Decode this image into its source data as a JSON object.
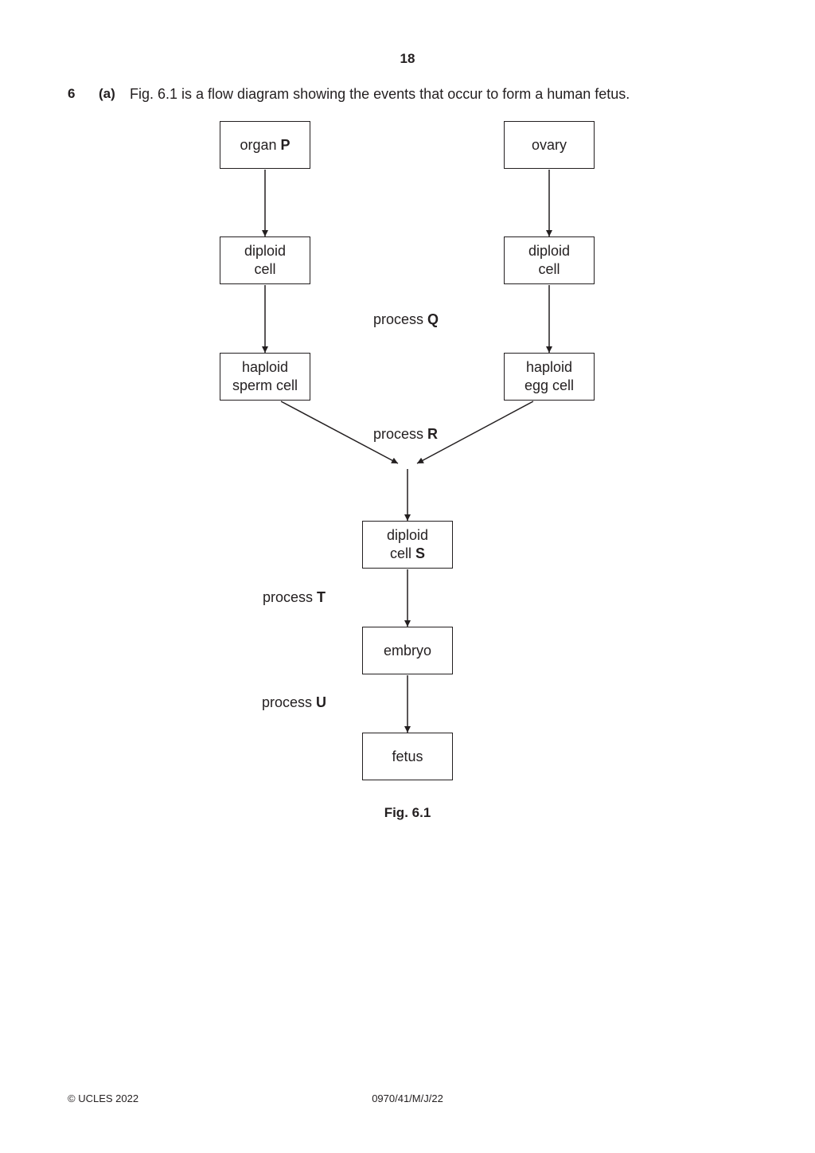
{
  "page_number": "18",
  "question": {
    "number": "6",
    "part": "(a)",
    "text": "Fig. 6.1 is a flow diagram showing the events that occur to form a human fetus."
  },
  "diagram": {
    "organ_p": {
      "text": "organ",
      "bold": "P"
    },
    "ovary": {
      "text": "ovary"
    },
    "diploid_cell_left": {
      "line1": "diploid",
      "line2": "cell"
    },
    "diploid_cell_right": {
      "line1": "diploid",
      "line2": "cell"
    },
    "haploid_sperm": {
      "line1": "haploid",
      "line2": "sperm cell"
    },
    "haploid_egg": {
      "line1": "haploid",
      "line2": "egg cell"
    },
    "diploid_cell_s": {
      "line1": "diploid",
      "line2": "cell",
      "bold": "S"
    },
    "embryo": {
      "text": "embryo"
    },
    "fetus": {
      "text": "fetus"
    },
    "process_q": {
      "text": "process",
      "bold": "Q"
    },
    "process_r": {
      "text": "process",
      "bold": "R"
    },
    "process_t": {
      "text": "process",
      "bold": "T"
    },
    "process_u": {
      "text": "process",
      "bold": "U"
    }
  },
  "figure_caption": "Fig. 6.1",
  "footer": {
    "copyright": "© UCLES 2022",
    "code": "0970/41/M/J/22"
  }
}
